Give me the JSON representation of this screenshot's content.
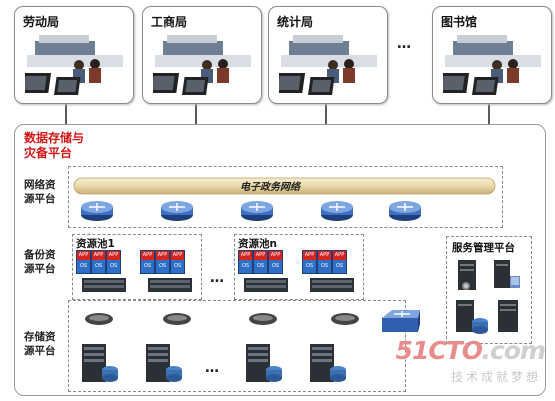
{
  "agencies": [
    {
      "label": "劳动局"
    },
    {
      "label": "工商局"
    },
    {
      "label": "统计局"
    },
    {
      "label": "图书馆"
    }
  ],
  "agency_ellipsis": "…",
  "platform_title": "数据存储与\n灾备平台",
  "layers": {
    "network": "网络资\n源平台",
    "backup": "备份资\n源平台",
    "storage": "存储资\n源平台"
  },
  "egov_network": "电子政务网络",
  "pools": [
    {
      "label": "资源池1"
    },
    {
      "label": "资源池n"
    }
  ],
  "pool_ellipsis": "…",
  "service_platform": "服务管理平台",
  "app_labels": {
    "top": "APP",
    "bottom": "OS"
  },
  "storage_ellipsis": "…",
  "watermark": {
    "main": "51CTO",
    "suffix": ".com",
    "sub": "技术成就梦想"
  },
  "colors": {
    "title_red": "#d31717",
    "network_bar": "#e9d8a8",
    "switch_blue": "#3d6fc2",
    "link_red": "#cf3a3a",
    "link_blue": "#3b78c8"
  }
}
